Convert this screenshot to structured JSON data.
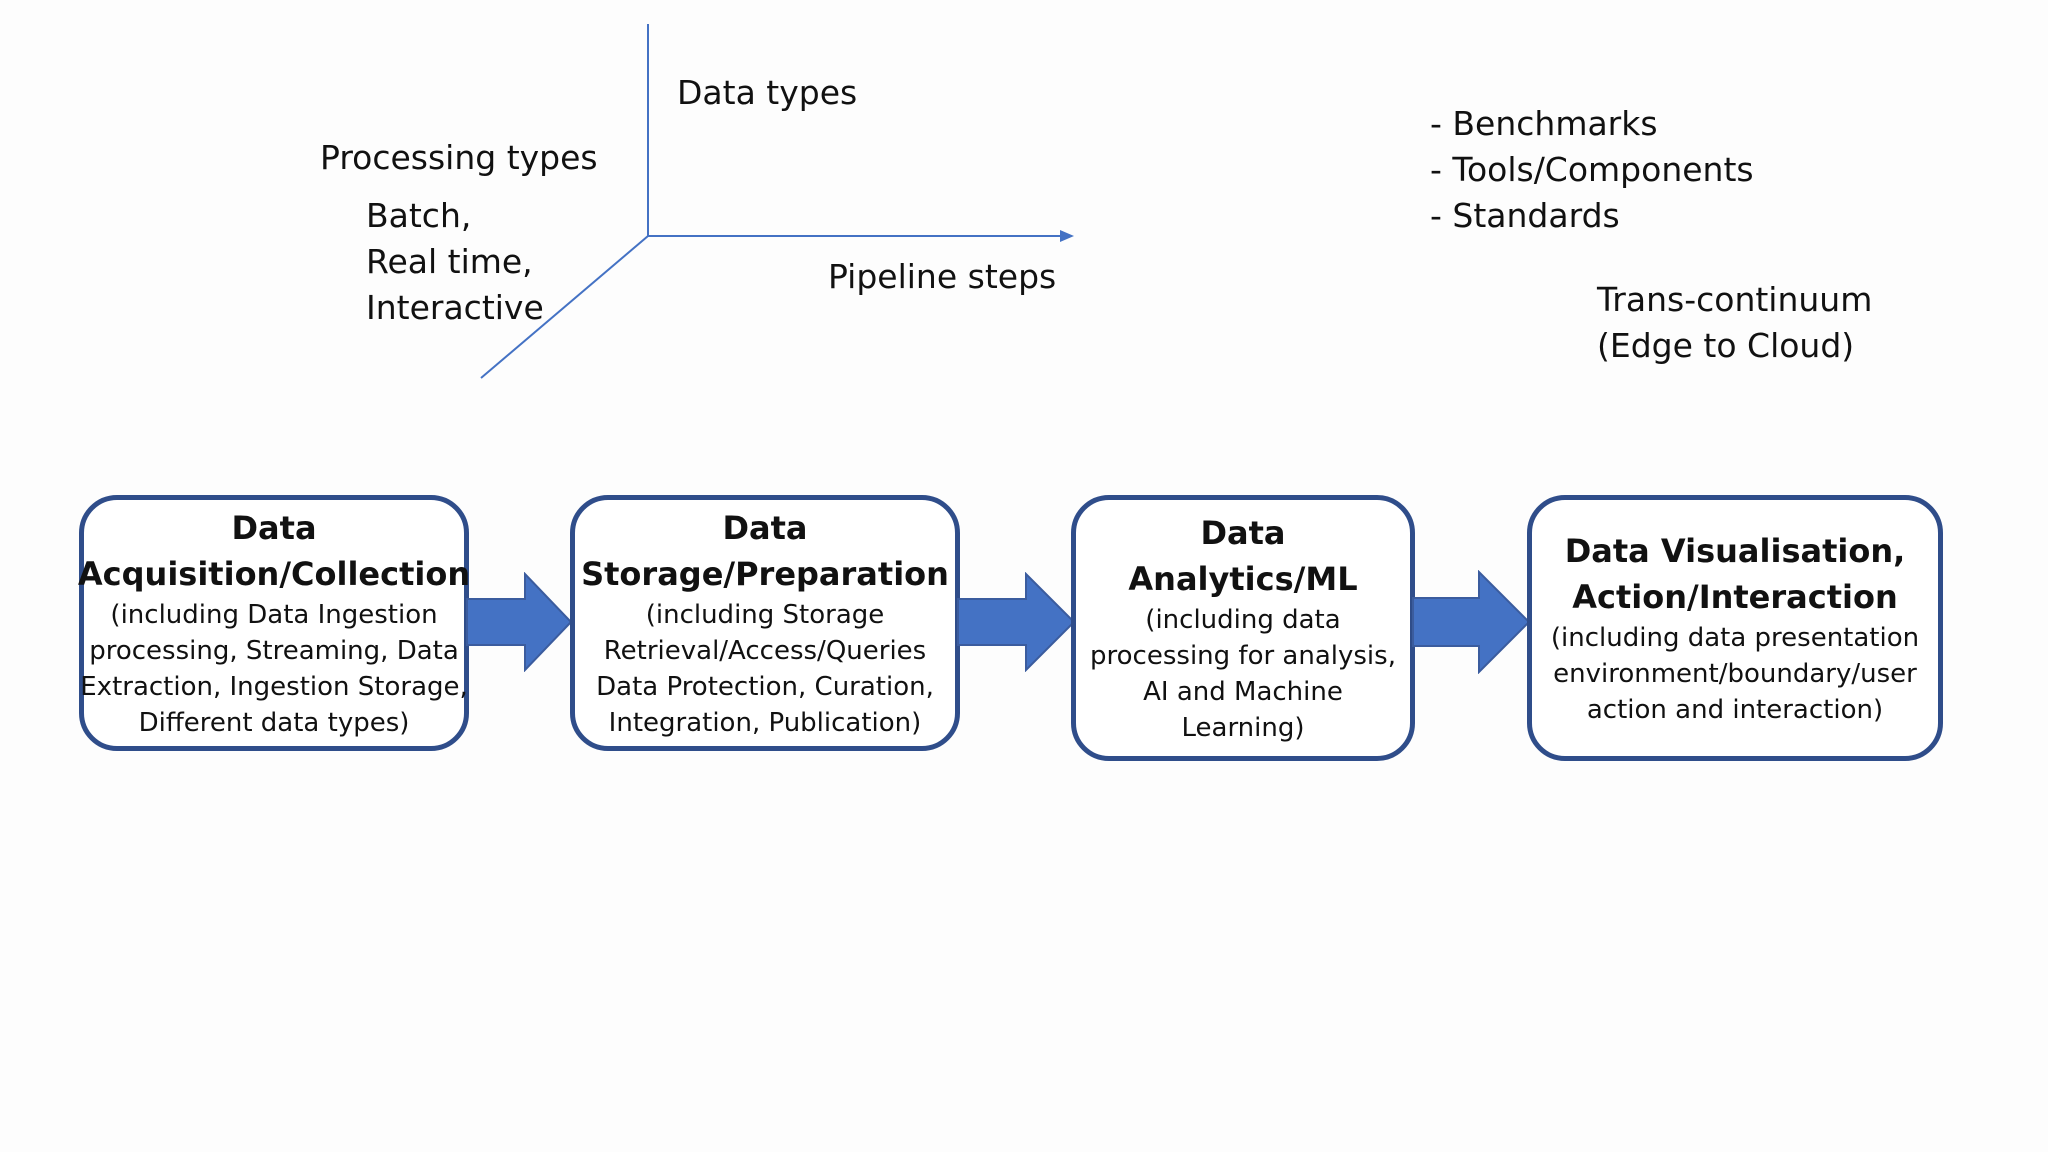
{
  "axes": {
    "vertical_label": "Data types",
    "horizontal_label": "Pipeline steps",
    "diagonal_label": "Processing types",
    "processing_types": [
      "Batch,",
      "Real time,",
      "Interactive"
    ],
    "line_color": "#4472c4"
  },
  "dimensions_list": [
    "- Benchmarks",
    "- Tools/Components",
    "- Standards"
  ],
  "continuum": [
    "Trans-continuum",
    "(Edge to Cloud)"
  ],
  "stages": [
    {
      "title": [
        "Data",
        "Acquisition/Collection"
      ],
      "detail": [
        "(including Data Ingestion",
        "processing, Streaming, Data",
        "Extraction, Ingestion Storage,",
        "Different data types)"
      ]
    },
    {
      "title": [
        "Data",
        "Storage/Preparation"
      ],
      "detail": [
        "(including Storage",
        "Retrieval/Access/Queries",
        "Data Protection, Curation,",
        "Integration, Publication)"
      ]
    },
    {
      "title": [
        "Data",
        "Analytics/ML"
      ],
      "detail": [
        "(including data",
        "processing for analysis,",
        "AI and Machine",
        "Learning)"
      ]
    },
    {
      "title": [
        "Data Visualisation,",
        "Action/Interaction"
      ],
      "detail": [
        "(including  data presentation",
        "environment/boundary/user",
        "action and interaction)"
      ]
    }
  ],
  "colors": {
    "box_border": "#2f4d8a",
    "arrow_fill": "#4472c4",
    "arrow_stroke": "#3b5c9e"
  }
}
